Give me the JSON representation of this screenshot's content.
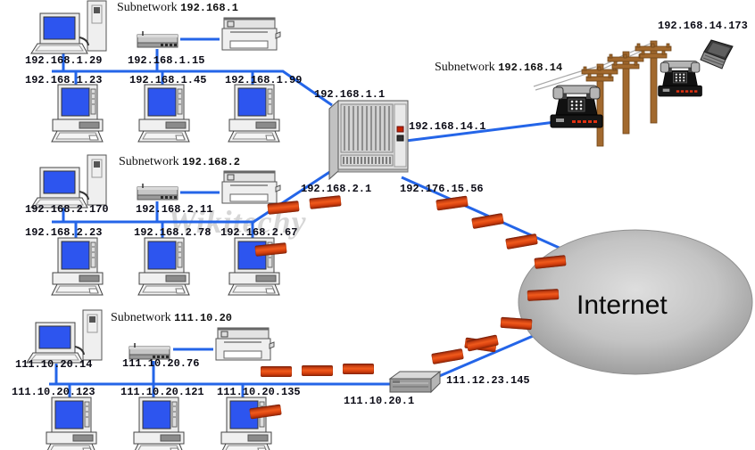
{
  "watermark": {
    "text": "Wikitechy"
  },
  "internet": {
    "label": "Internet"
  },
  "subnet1": {
    "title_label": "Subnetwork",
    "network": "192.168.1",
    "workstation_ip": "192.168.1.29",
    "hub_ip": "192.168.1.15",
    "pc_ips": [
      "192.168.1.23",
      "192.168.1.45",
      "192.168.1.99"
    ]
  },
  "subnet2": {
    "title_label": "Subnetwork",
    "network": "192.168.2",
    "workstation_ip": "192.168.2.170",
    "hub_ip": "192.168.2.11",
    "pc_ips": [
      "192.168.2.23",
      "192.168.2.78",
      "192.168.2.67"
    ]
  },
  "subnet3": {
    "title_label": "Subnetwork",
    "network": "111.10.20",
    "workstation_ip": "111.10.20.14",
    "hub_ip": "111.10.20.76",
    "pc_ips": [
      "111.10.20.123",
      "111.10.20.121",
      "111.10.20.135"
    ]
  },
  "subnet14": {
    "title_label": "Subnetwork",
    "network": "192.168.14",
    "laptop_ip": "192.168.14.173"
  },
  "core_router": {
    "lan1_ip": "192.168.1.1",
    "lan14_ip": "192.168.14.1",
    "lan2_ip": "192.168.2.1",
    "wan_ip": "192.176.15.56"
  },
  "edge_router": {
    "lan_ip": "111.10.20.1",
    "wan_ip": "111.12.23.145"
  },
  "colors": {
    "link_blue": "#2465e8",
    "dash_red": "#e04a12",
    "screen_blue": "#2d55ef",
    "pole_brown": "#a2692e",
    "cloud_gray": "#b4b4b4"
  }
}
